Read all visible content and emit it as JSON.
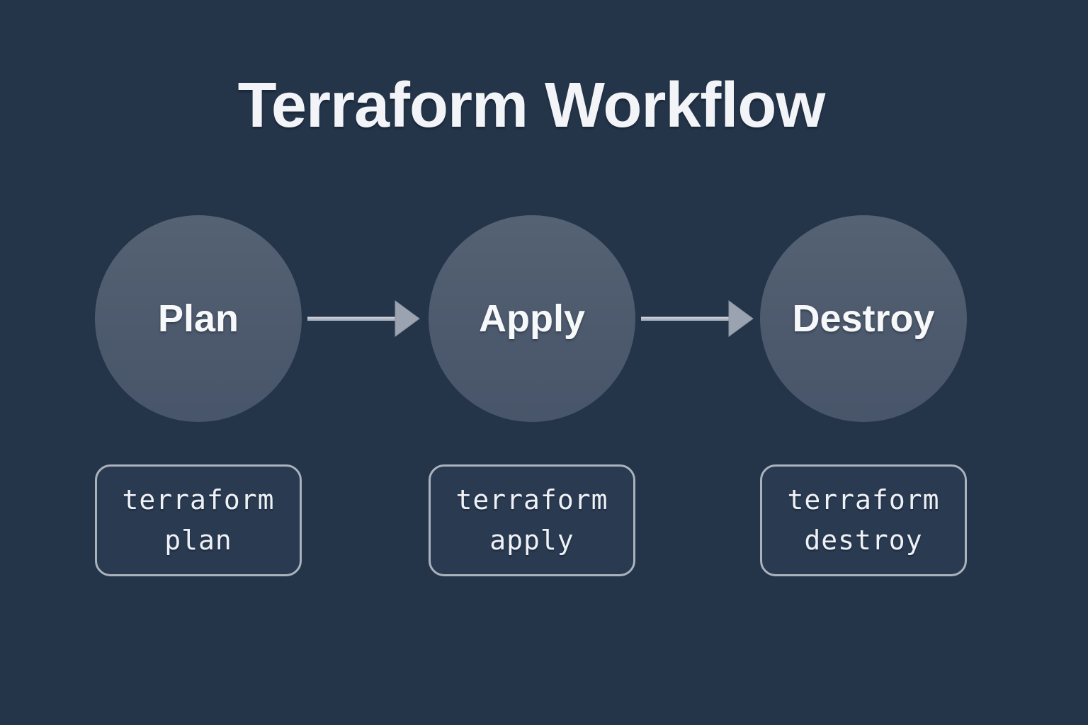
{
  "title": "Terraform Workflow",
  "steps": [
    {
      "label": "Plan",
      "command_line1": "terraform",
      "command_line2": "plan"
    },
    {
      "label": "Apply",
      "command_line1": "terraform",
      "command_line2": "apply"
    },
    {
      "label": "Destroy",
      "command_line1": "terraform",
      "command_line2": "destroy"
    }
  ],
  "icons": {
    "connector": "arrow-right-icon"
  },
  "colors": {
    "background": "#243449",
    "circle_fill": "#4d5a6d",
    "arrow": "#a8afbc",
    "box_border": "#aab2be",
    "box_background": "#2a3a50",
    "title_text": "#f2f4f8",
    "label_text": "#f6f8fa",
    "command_text": "#eef1f6"
  }
}
